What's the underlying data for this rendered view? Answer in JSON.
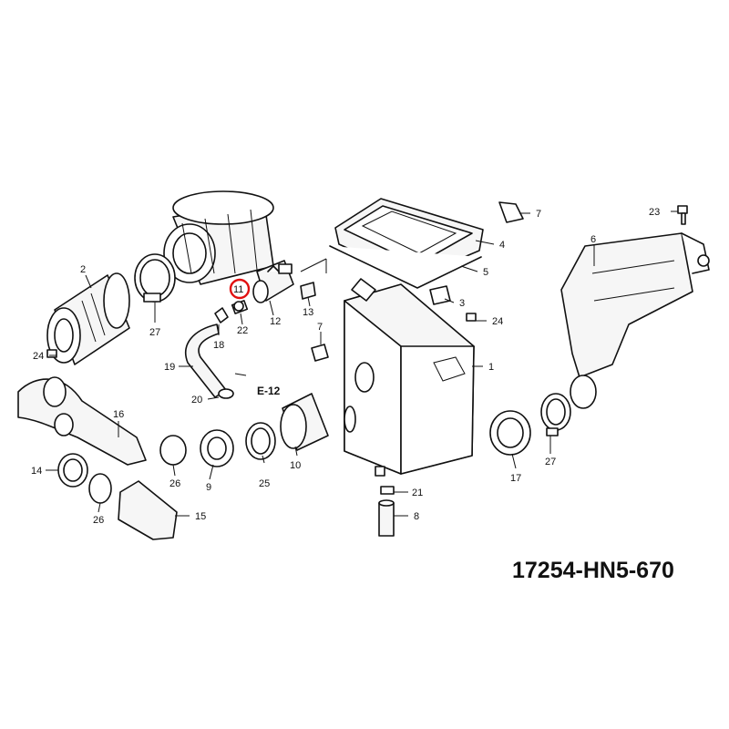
{
  "diagram": {
    "part_number": "17254-HN5-670",
    "reference": "E-12",
    "highlight_color": "#e11010",
    "callouts": {
      "c1": "1",
      "c2": "2",
      "c3": "3",
      "c4": "4",
      "c5": "5",
      "c6": "6",
      "c7a": "7",
      "c7b": "7",
      "c8": "8",
      "c9": "9",
      "c10": "10",
      "c11": "11",
      "c12": "12",
      "c13": "13",
      "c14": "14",
      "c15": "15",
      "c16": "16",
      "c17": "17",
      "c18": "18",
      "c19": "19",
      "c20": "20",
      "c21": "21",
      "c22": "22",
      "c23": "23",
      "c24a": "24",
      "c24b": "24",
      "c25": "25",
      "c26a": "26",
      "c26b": "26",
      "c27a": "27",
      "c27b": "27"
    }
  }
}
